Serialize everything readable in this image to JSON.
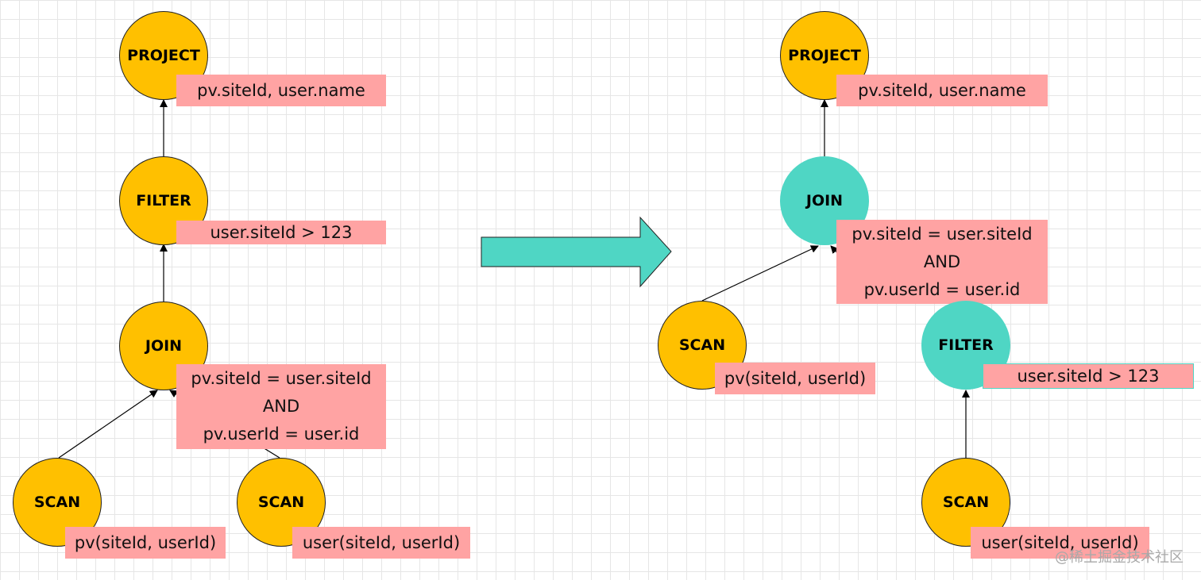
{
  "colors": {
    "scan_node": "#ffc000",
    "pushed_node": "#4fd6c4",
    "label_bg": "#ffa3a3",
    "arrow_fill": "#4fd6c4",
    "grid": "#e6e6e6"
  },
  "before": {
    "project": {
      "title": "PROJECT",
      "label": "pv.siteId, user.name"
    },
    "filter": {
      "title": "FILTER",
      "label": "user.siteId > 123"
    },
    "join": {
      "title": "JOIN",
      "label_lines": [
        "pv.siteId = user.siteId",
        "AND",
        "pv.userId = user.id"
      ]
    },
    "scan_pv": {
      "title": "SCAN",
      "label": "pv(siteId, userId)"
    },
    "scan_user": {
      "title": "SCAN",
      "label": "user(siteId, userId)"
    }
  },
  "transform_arrow": {
    "icon": "right-arrow-icon"
  },
  "after": {
    "project": {
      "title": "PROJECT",
      "label": "pv.siteId, user.name"
    },
    "join": {
      "title": "JOIN",
      "label_lines": [
        "pv.siteId = user.siteId",
        "AND",
        "pv.userId = user.id"
      ]
    },
    "scan_pv": {
      "title": "SCAN",
      "label": "pv(siteId, userId)"
    },
    "filter": {
      "title": "FILTER",
      "label": "user.siteId > 123"
    },
    "scan_user": {
      "title": "SCAN",
      "label": "user(siteId, userId)"
    }
  },
  "watermark": "@稀土掘金技术社区"
}
